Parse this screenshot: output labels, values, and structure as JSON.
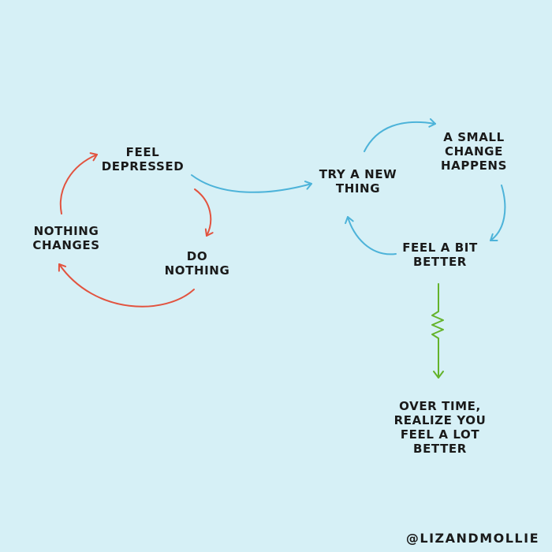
{
  "diagram": {
    "loops": [
      {
        "name": "stuck-loop",
        "nodes": [
          {
            "id": "feel-depressed",
            "lines": [
              "FEEL",
              "DEPRESSED"
            ]
          },
          {
            "id": "do-nothing",
            "lines": [
              "DO",
              "NOTHING"
            ]
          },
          {
            "id": "nothing-changes",
            "lines": [
              "NOTHING",
              "CHANGES"
            ]
          }
        ]
      },
      {
        "name": "change-loop",
        "nodes": [
          {
            "id": "try-a-new-thing",
            "lines": [
              "TRY A NEW",
              "THING"
            ]
          },
          {
            "id": "a-small-change-happens",
            "lines": [
              "A SMALL",
              "CHANGE",
              "HAPPENS"
            ]
          },
          {
            "id": "feel-a-bit-better",
            "lines": [
              "FEEL A BIT",
              "BETTER"
            ]
          }
        ]
      }
    ],
    "outcome": {
      "id": "over-time",
      "lines": [
        "OVER TIME,",
        "REALIZE YOU",
        "FEEL A LOT",
        "BETTER"
      ]
    },
    "colors": {
      "stuck_loop": "#e2533f",
      "change_loop": "#4db3d9",
      "outcome": "#64b32b",
      "text": "#1a1a1a",
      "background": "#d6f0f6"
    }
  },
  "credit": "@LIZANDMOLLIE"
}
